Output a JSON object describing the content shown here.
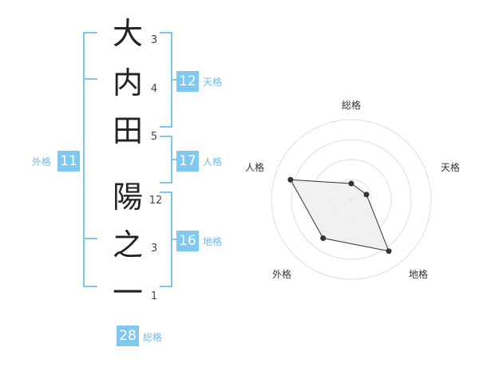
{
  "name": {
    "chars": [
      "大",
      "内",
      "田",
      "陽",
      "之",
      "一"
    ],
    "strokes": [
      "3",
      "4",
      "5",
      "12",
      "3",
      "1"
    ]
  },
  "fortune": {
    "tenkaku": {
      "value": "12",
      "label": "天格"
    },
    "jinkaku": {
      "value": "17",
      "label": "人格"
    },
    "chikaku": {
      "value": "16",
      "label": "地格"
    },
    "gaikaku": {
      "value": "11",
      "label": "外格"
    },
    "soukaku": {
      "value": "28",
      "label": "総格"
    }
  },
  "chart_data": {
    "type": "radar",
    "axes": [
      "総格",
      "天格",
      "地格",
      "外格",
      "人格"
    ],
    "values": [
      0.2,
      0.2,
      0.8,
      0.6,
      0.8
    ],
    "max": 1,
    "rings": 4,
    "colors": {
      "fill": "#efefef",
      "line": "#333333",
      "grid": "#dddddd",
      "point": "#333333"
    }
  }
}
